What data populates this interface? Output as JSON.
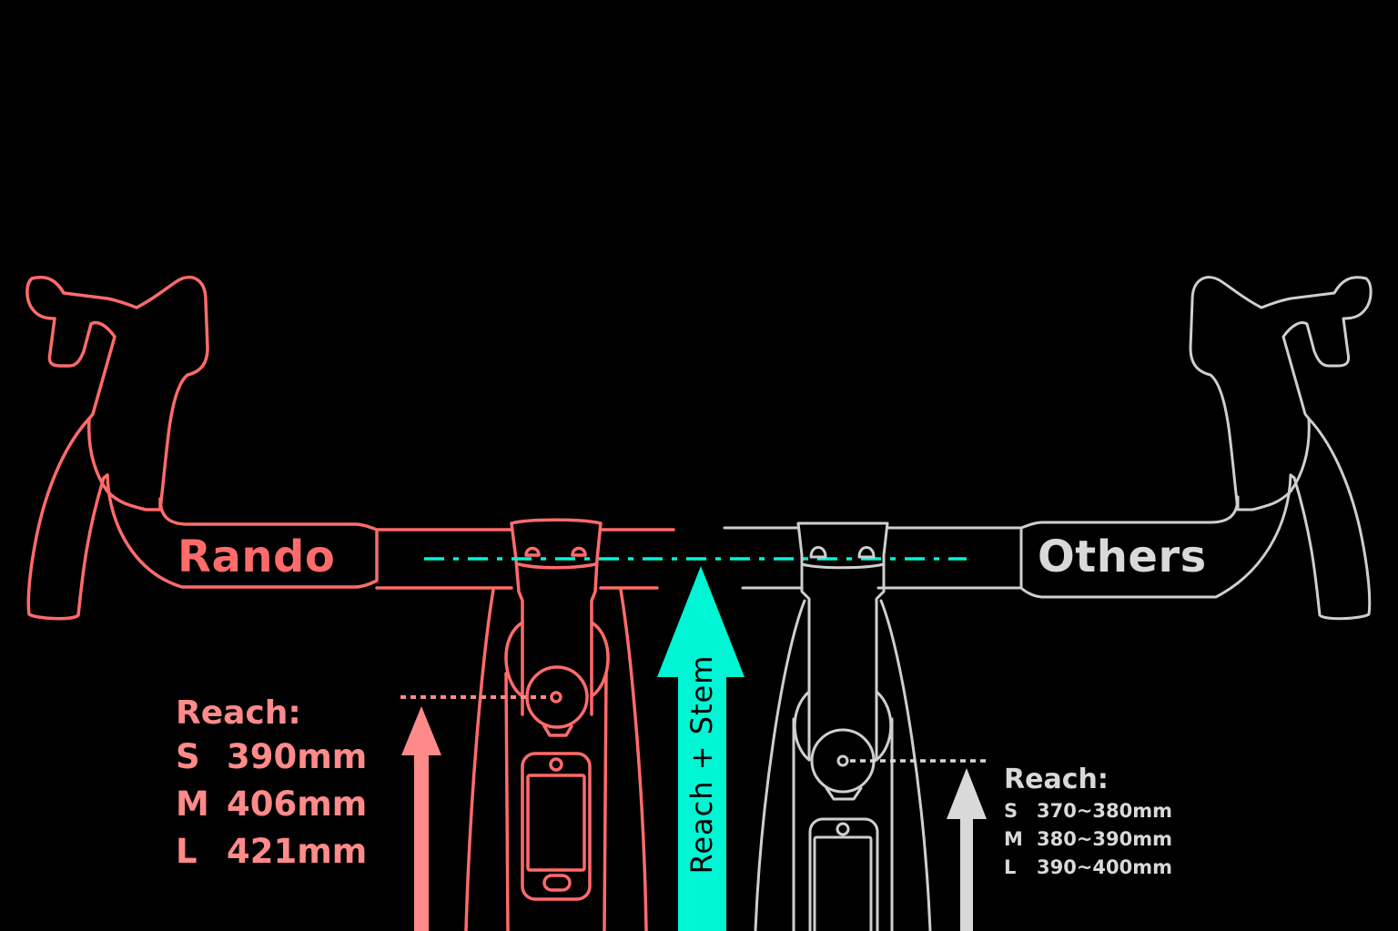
{
  "colors": {
    "rando": "#ff6b6b",
    "rando_arrow": "#ff8a8a",
    "others": "#d9d9d9",
    "accent": "#00f5d4",
    "background": "#000000"
  },
  "rando": {
    "brand_label": "Rando",
    "reach_title": "Reach:",
    "sizes": [
      {
        "size": "S",
        "value": "390mm"
      },
      {
        "size": "M",
        "value": "406mm"
      },
      {
        "size": "L",
        "value": "421mm"
      }
    ]
  },
  "others": {
    "brand_label": "Others",
    "reach_title": "Reach:",
    "sizes": [
      {
        "size": "S",
        "value": "370~380mm"
      },
      {
        "size": "M",
        "value": "380~390mm"
      },
      {
        "size": "L",
        "value": "390~400mm"
      }
    ]
  },
  "center_arrow": {
    "label": "Reach + Stem"
  }
}
